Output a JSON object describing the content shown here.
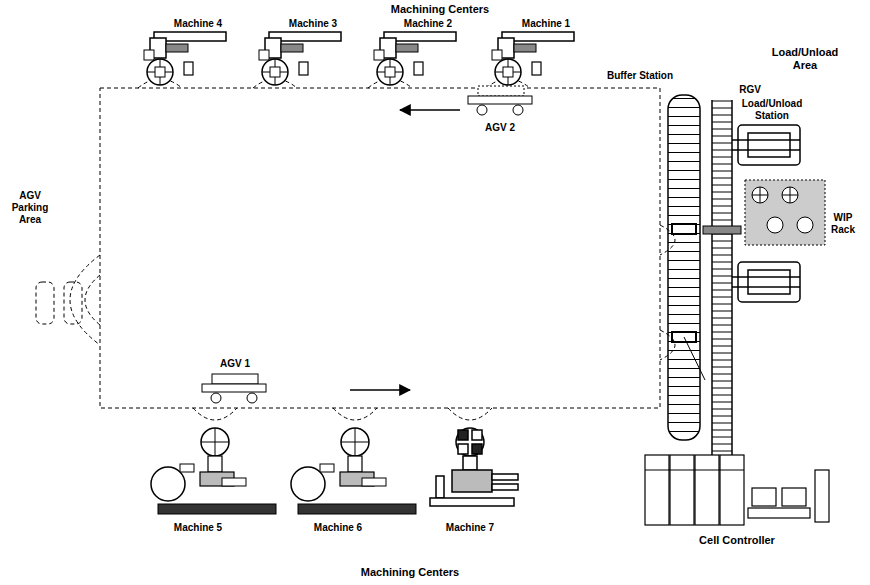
{
  "diagram": {
    "labels": [
      "Machining Centers",
      "Machine 4",
      "Machine 3",
      "Machine 2",
      "Machine 1",
      "Load/Unload Area",
      "Buffer Station",
      "RGV",
      "Load/Unload Station",
      "AGV 2",
      "WIP Rack",
      "AGV Parking Area",
      "AGV 1",
      "Machine 5",
      "Machine 6",
      "Machine 7",
      "Cell Controller",
      "Machining Centers"
    ]
  }
}
